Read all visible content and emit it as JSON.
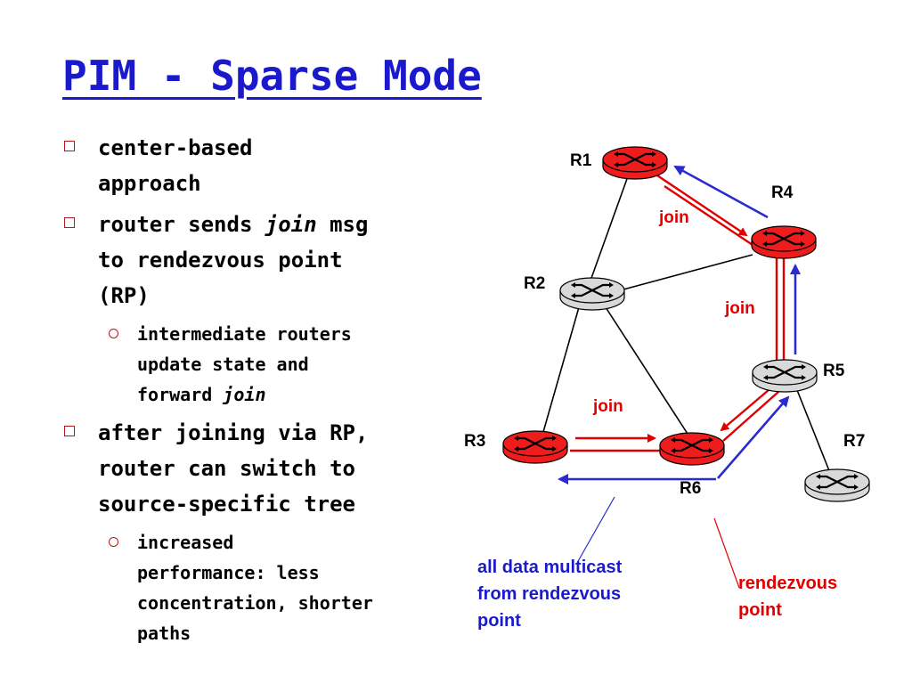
{
  "title": "PIM - Sparse Mode",
  "bullets": [
    {
      "lines": [
        "center-based",
        "approach"
      ]
    },
    {
      "line1_pre": "router sends ",
      "line1_em": "join",
      "line1_post": " msg",
      "line2": "to rendezvous point",
      "line3": "(RP)",
      "sub": {
        "line1": "intermediate routers",
        "line2": "update state and",
        "line3_pre": "forward ",
        "line3_em": "join"
      }
    },
    {
      "lines": [
        "after joining via RP,",
        "router can switch to",
        "source-specific tree"
      ],
      "sub": {
        "lines": [
          "increased",
          "performance: less",
          "concentration, shorter",
          "paths"
        ]
      }
    }
  ],
  "diagram": {
    "routers": {
      "R1": "R1",
      "R2": "R2",
      "R3": "R3",
      "R4": "R4",
      "R5": "R5",
      "R6": "R6",
      "R7": "R7"
    },
    "join_labels": [
      "join",
      "join",
      "join"
    ],
    "caption_blue": [
      "all data multicast",
      "from rendezvous",
      "point"
    ],
    "caption_red": [
      "rendezvous",
      "point"
    ],
    "colors": {
      "active_router": "#ee1c1c",
      "idle_router": "#d9d9d9",
      "join_arrow": "#e00000",
      "data_arrow": "#2a2ad0",
      "title": "#1a1acc"
    }
  }
}
